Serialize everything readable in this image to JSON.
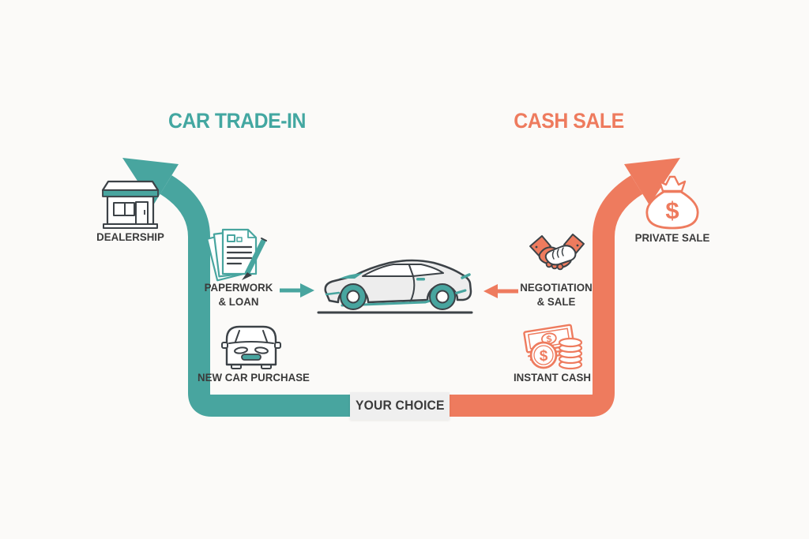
{
  "titles": {
    "trade_in": "CAR TRADE-IN",
    "cash_sale": "CASH SALE"
  },
  "symbols": {
    "dollar": "$"
  },
  "colors": {
    "teal": "#48A59F",
    "orange": "#EE7B5E",
    "dark_text": "#3B3B3B",
    "icon_outline": "#3C4247",
    "background": "#FBFAF8",
    "choice_box_bg": "#EFEFEF",
    "car_body_fill": "#EDEDED"
  },
  "trade_in_flow": {
    "destination": {
      "icon": "dealership-storefront-icon",
      "label": "DEALERSHIP"
    },
    "steps": [
      {
        "icon": "paperwork-pen-icon",
        "label_line1": "PAPERWORK",
        "label_line2": "& LOAN"
      },
      {
        "icon": "new-car-front-icon",
        "label": "NEW CAR PURCHASE"
      }
    ]
  },
  "cash_sale_flow": {
    "destination": {
      "icon": "money-bag-icon",
      "label": "PRIVATE SALE"
    },
    "steps": [
      {
        "icon": "handshake-icon",
        "label_line1": "NEGOTIATION",
        "label_line2": "& SALE"
      },
      {
        "icon": "cash-stack-icon",
        "label": "INSTANT CASH"
      }
    ]
  },
  "center": {
    "icon": "car-side-icon",
    "choice_label": "YOUR CHOICE"
  }
}
